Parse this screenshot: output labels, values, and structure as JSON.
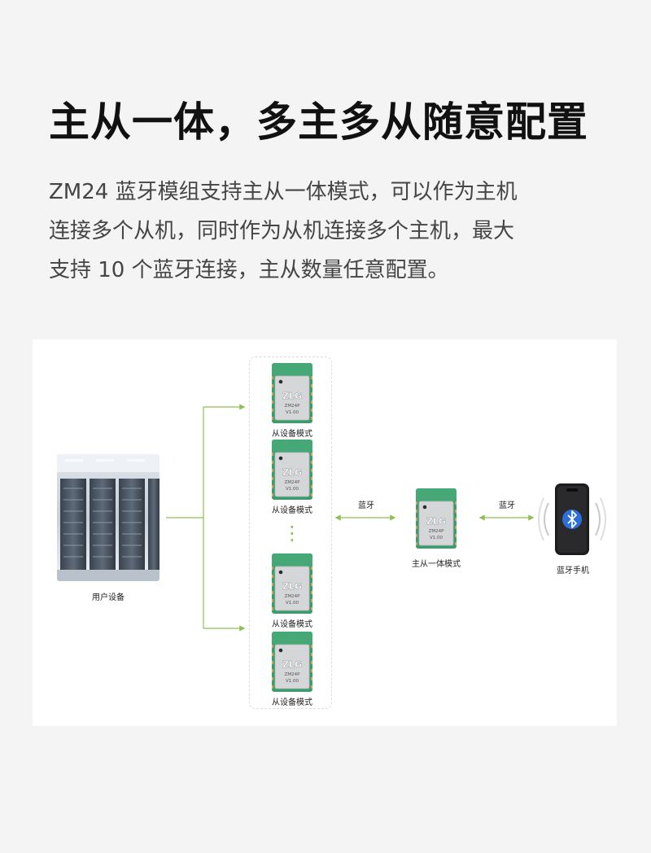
{
  "title": "主从一体，多主多从随意配置",
  "description": {
    "line1": "ZM24 蓝牙模组支持主从一体模式，可以作为主机",
    "line2": "连接多个从机，同时作为从机连接多个主机，最大",
    "line3": "支持 10 个蓝牙连接，主从数量任意配置。"
  },
  "diagram": {
    "user_device_label": "用户设备",
    "slave_label": "从设备模式",
    "master_slave_label": "主从一体模式",
    "phone_label": "蓝牙手机",
    "link_label": "蓝牙",
    "chip_brand": "ZLG",
    "chip_model": "ZM24P",
    "chip_version": "V1.00",
    "ellipsis": "⋮",
    "colors": {
      "accent_green": "#8cc152",
      "chip_pcb": "#3d9b6d",
      "bluetooth_blue": "#2d6fd8"
    }
  }
}
